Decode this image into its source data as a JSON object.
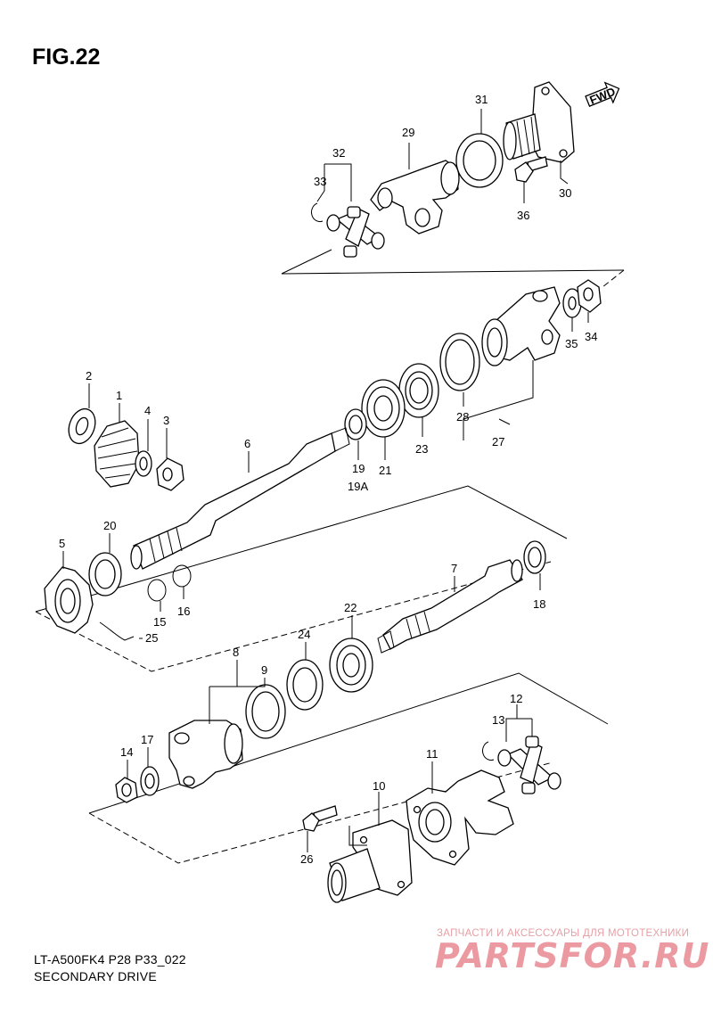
{
  "figure": {
    "title": "FIG.22",
    "model_code": "LT-A500FK4 P28 P33_022",
    "name": "SECONDARY DRIVE",
    "fwd_label": "FWD"
  },
  "watermark": {
    "tagline": "ЗАПЧАСТИ И АКСЕССУАРЫ ДЛЯ МОТОТЕХНИКИ",
    "brand": "PARTSFOR.RU"
  },
  "callouts": [
    {
      "id": "c1",
      "text": "1"
    },
    {
      "id": "c2",
      "text": "2"
    },
    {
      "id": "c3",
      "text": "3"
    },
    {
      "id": "c4",
      "text": "4"
    },
    {
      "id": "c5",
      "text": "5"
    },
    {
      "id": "c6",
      "text": "6"
    },
    {
      "id": "c7",
      "text": "7"
    },
    {
      "id": "c8",
      "text": "8"
    },
    {
      "id": "c9",
      "text": "9"
    },
    {
      "id": "c10",
      "text": "10"
    },
    {
      "id": "c11",
      "text": "11"
    },
    {
      "id": "c12",
      "text": "12"
    },
    {
      "id": "c13",
      "text": "13"
    },
    {
      "id": "c14",
      "text": "14"
    },
    {
      "id": "c15",
      "text": "15"
    },
    {
      "id": "c16",
      "text": "16"
    },
    {
      "id": "c17",
      "text": "17"
    },
    {
      "id": "c18",
      "text": "18"
    },
    {
      "id": "c19",
      "text": "19"
    },
    {
      "id": "c19a",
      "text": "19A"
    },
    {
      "id": "c20",
      "text": "20"
    },
    {
      "id": "c21",
      "text": "21"
    },
    {
      "id": "c22",
      "text": "22"
    },
    {
      "id": "c23",
      "text": "23"
    },
    {
      "id": "c24",
      "text": "24"
    },
    {
      "id": "c25",
      "text": "25"
    },
    {
      "id": "c26",
      "text": "26"
    },
    {
      "id": "c27",
      "text": "27"
    },
    {
      "id": "c28",
      "text": "28"
    },
    {
      "id": "c29",
      "text": "29"
    },
    {
      "id": "c30",
      "text": "30"
    },
    {
      "id": "c31",
      "text": "31"
    },
    {
      "id": "c32",
      "text": "32"
    },
    {
      "id": "c33",
      "text": "33"
    },
    {
      "id": "c34",
      "text": "34"
    },
    {
      "id": "c35",
      "text": "35"
    },
    {
      "id": "c36",
      "text": "36"
    }
  ]
}
